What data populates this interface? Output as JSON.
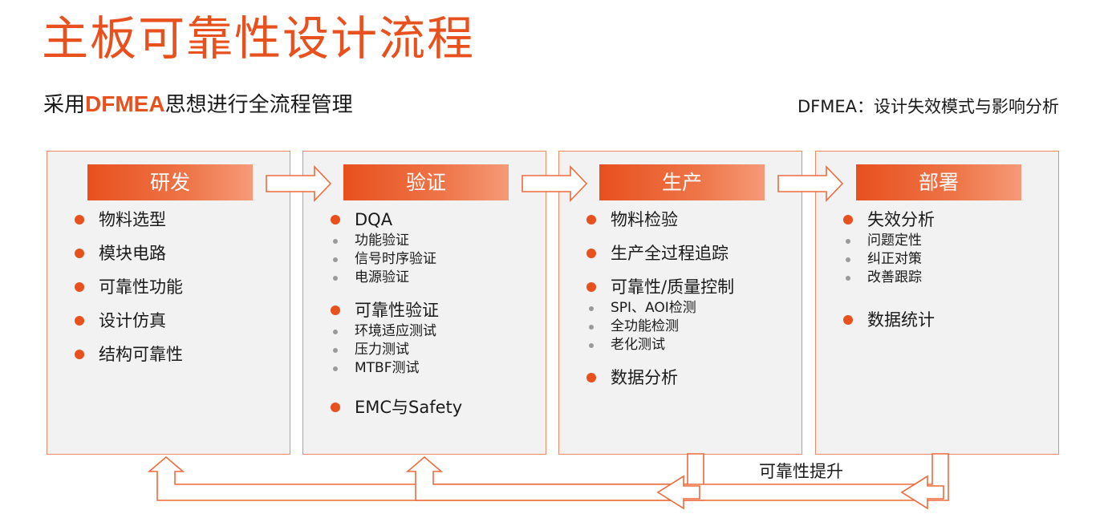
{
  "title": "主板可靠性设计流程",
  "subtitle": {
    "prefix": "采用",
    "highlight": "DFMEA",
    "suffix": "思想进行全流程管理"
  },
  "note": "DFMEA：设计失效模式与影响分析",
  "stages": [
    {
      "label": "研发",
      "items": [
        {
          "text": "物料选型",
          "subs": []
        },
        {
          "text": "模块电路",
          "subs": []
        },
        {
          "text": "可靠性功能",
          "subs": []
        },
        {
          "text": "设计仿真",
          "subs": []
        },
        {
          "text": "结构可靠性",
          "subs": []
        }
      ]
    },
    {
      "label": "验证",
      "items": [
        {
          "text": "DQA",
          "subs": [
            "功能验证",
            "信号时序验证",
            "电源验证"
          ]
        },
        {
          "text": "可靠性验证",
          "subs": [
            "环境适应测试",
            "压力测试",
            "MTBF测试"
          ]
        },
        {
          "text": "EMC与Safety",
          "subs": []
        }
      ]
    },
    {
      "label": "生产",
      "items": [
        {
          "text": "物料检验",
          "subs": []
        },
        {
          "text": "生产全过程追踪",
          "subs": []
        },
        {
          "text": "可靠性/质量控制",
          "subs": [
            "SPI、AOI检测",
            "全功能检测",
            "老化测试"
          ]
        },
        {
          "text": "数据分析",
          "subs": []
        }
      ]
    },
    {
      "label": "部署",
      "items": [
        {
          "text": "失效分析",
          "subs": [
            "问题定性",
            "纠正对策",
            "改善跟踪"
          ]
        },
        {
          "text": "数据统计",
          "subs": []
        }
      ]
    }
  ],
  "feedback_label": "可靠性提升",
  "colors": {
    "accent": "#e8501e",
    "panel_bg": "#f2f2f2",
    "panel_border": "#ee8a68",
    "arrow": "#ee6a3c"
  }
}
